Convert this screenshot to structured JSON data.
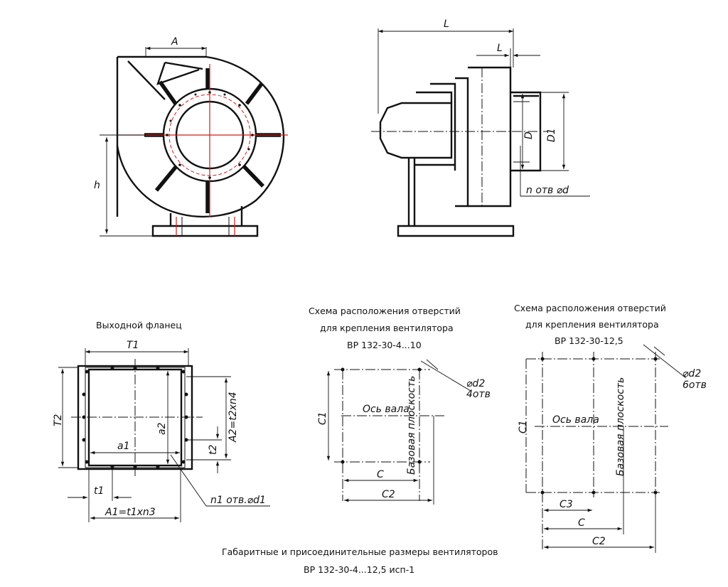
{
  "fan_front_view": {
    "dim_A": "A",
    "dim_h": "h"
  },
  "fan_side_view": {
    "dim_L_big": "L",
    "dim_L_small": "L",
    "dim_D": "D",
    "dim_D1": "D1",
    "holes_note": "n отв ⌀d"
  },
  "outlet_flange": {
    "title": "Выходной фланец",
    "dim_T1": "T1",
    "dim_T2": "T2",
    "dim_a1": "a1",
    "dim_a2": "a2",
    "dim_t2": "t2",
    "dim_A2": "A2=t2хn4",
    "dim_t1": "t1",
    "dim_A1": "A1=t1хn3",
    "holes_note": "n1 отв.⌀d1"
  },
  "mount_scheme_small": {
    "title_line1": "Схема расположения отверстий",
    "title_line2": "для крепления вентилятора",
    "title_line3": "ВР 132-30-4...10",
    "dim_C1": "C1",
    "dim_C": "C",
    "dim_C2": "C2",
    "shaft_axis": "Ось вала",
    "base_plane": "Базовая плоскость",
    "hole_d": "⌀d2",
    "hole_count": "4отв"
  },
  "mount_scheme_large": {
    "title_line1": "Схема расположения отверстий",
    "title_line2": "для крепления вентилятора",
    "title_line3": "ВР 132-30-12,5",
    "dim_C1": "C1",
    "dim_C3": "C3",
    "dim_C": "C",
    "dim_C2": "C2",
    "shaft_axis": "Ось вала",
    "base_plane": "Базовая плоскость",
    "hole_d": "⌀d2",
    "hole_count": "6отв"
  },
  "footer": {
    "line1": "Габаритные и присоединительные размеры вентиляторов",
    "line2": "ВР 132-30-4...12,5 исп-1"
  }
}
